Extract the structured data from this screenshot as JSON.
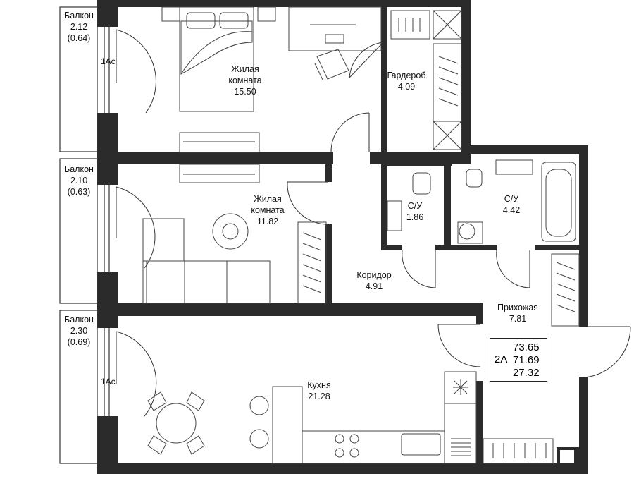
{
  "rooms": [
    {
      "id": "balcony-1",
      "name": "Балкон",
      "area": "2.12",
      "sub": "(0.64)"
    },
    {
      "id": "living-1",
      "name": "Жилая комната",
      "line1": "Жилая",
      "line2": "комната",
      "area": "15.50"
    },
    {
      "id": "wardrobe",
      "name": "Гардероб",
      "area": "4.09"
    },
    {
      "id": "balcony-2",
      "name": "Балкон",
      "area": "2.10",
      "sub": "(0.63)"
    },
    {
      "id": "living-2",
      "name": "Жилая комната",
      "line1": "Жилая",
      "line2": "комната",
      "area": "11.82"
    },
    {
      "id": "wc-1",
      "name": "С/У",
      "area": "1.86"
    },
    {
      "id": "wc-2",
      "name": "С/У",
      "area": "4.42"
    },
    {
      "id": "corridor",
      "name": "Коридор",
      "area": "4.91"
    },
    {
      "id": "hall",
      "name": "Прихожая",
      "area": "7.81"
    },
    {
      "id": "balcony-3",
      "name": "Балкон",
      "area": "2.30",
      "sub": "(0.69)"
    },
    {
      "id": "kitchen",
      "name": "Кухня",
      "area": "21.28"
    }
  ],
  "tags": {
    "tag1": "1Ac",
    "tag2": "1Ac"
  },
  "summary": {
    "type": "2A",
    "total": "73.65",
    "living_total": "71.69",
    "living": "27.32"
  },
  "colors": {
    "wall": "#2b2b2b",
    "line": "#333333",
    "background": "#ffffff"
  }
}
